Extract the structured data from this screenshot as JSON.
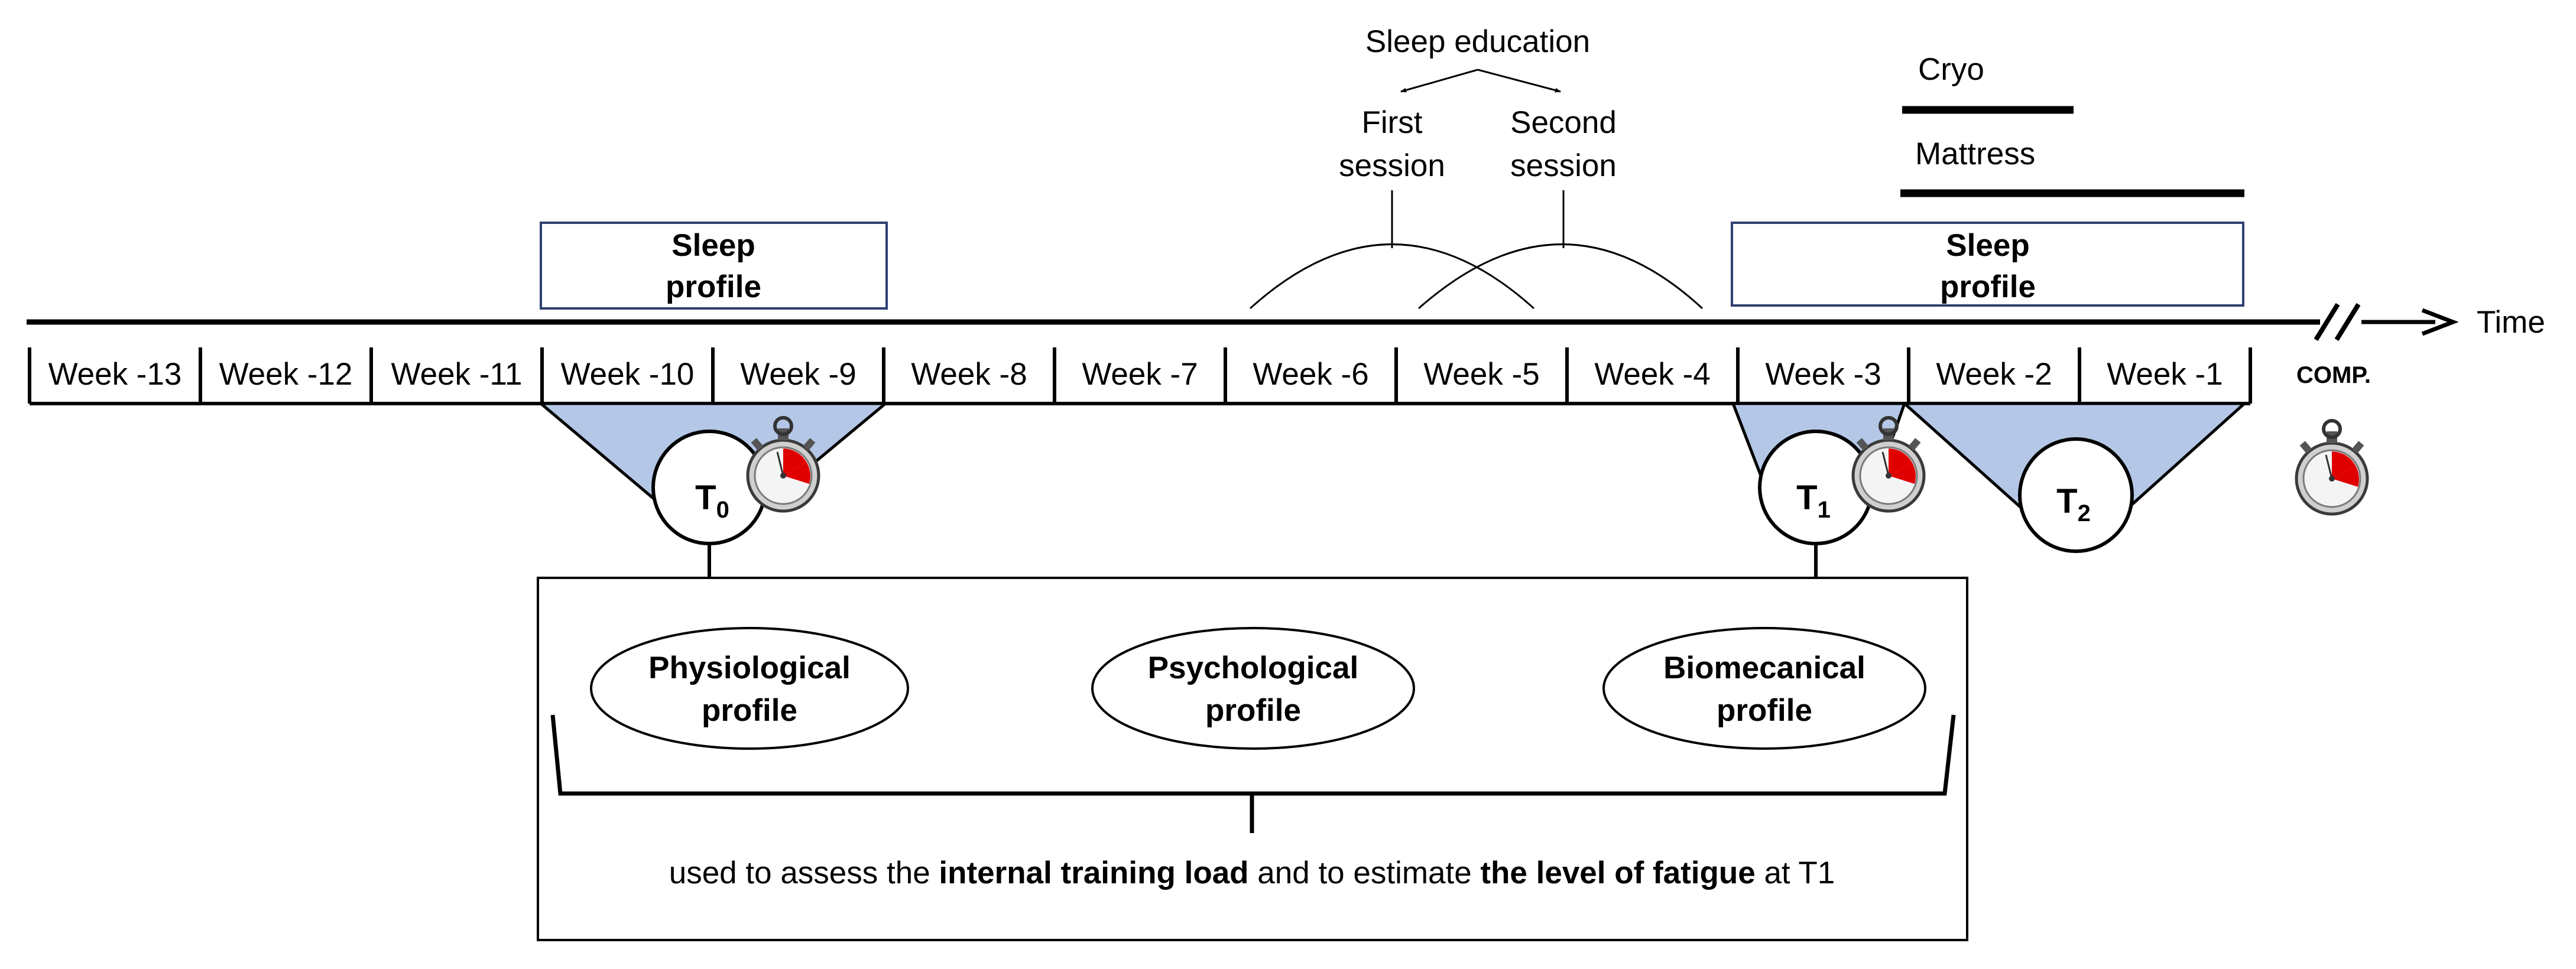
{
  "timeline": {
    "weeks": [
      "Week -13",
      "Week -12",
      "Week -11",
      "Week -10",
      "Week -9",
      "Week -8",
      "Week -7",
      "Week -6",
      "Week -5",
      "Week -4",
      "Week -3",
      "Week -2",
      "Week -1"
    ],
    "time_label": "Time",
    "comp_label": "COMP."
  },
  "sleep_profile_1": {
    "line1": "Sleep",
    "line2": "profile"
  },
  "sleep_profile_2": {
    "line1": "Sleep",
    "line2": "profile"
  },
  "sleep_education": {
    "title": "Sleep education",
    "first_line1": "First",
    "first_line2": "session",
    "second_line1": "Second",
    "second_line2": "session"
  },
  "interventions": {
    "cryo": "Cryo",
    "mattress": "Mattress"
  },
  "tests": [
    {
      "letter": "T",
      "sub": "0"
    },
    {
      "letter": "T",
      "sub": "1"
    },
    {
      "letter": "T",
      "sub": "2"
    }
  ],
  "profiles": {
    "physiological": {
      "line1": "Physiological",
      "line2": "profile"
    },
    "psychological": {
      "line1": "Psychological",
      "line2": "profile"
    },
    "biomechanical": {
      "line1": "Biomecanical",
      "line2": "profile"
    }
  },
  "caption": {
    "part1": "used to assess the ",
    "bold1": "internal training load",
    "part2": " and to estimate ",
    "bold2": "the level of fatigue",
    "part3": " at T1"
  },
  "colors": {
    "test_fill": "#b4c7e7",
    "box_border": "#2f3f6f",
    "stopwatch_red": "#e00000",
    "line": "#000000"
  },
  "icons": {
    "stopwatch": "stopwatch-icon",
    "break": "axis-break-icon",
    "arrow": "arrow-right-icon"
  }
}
